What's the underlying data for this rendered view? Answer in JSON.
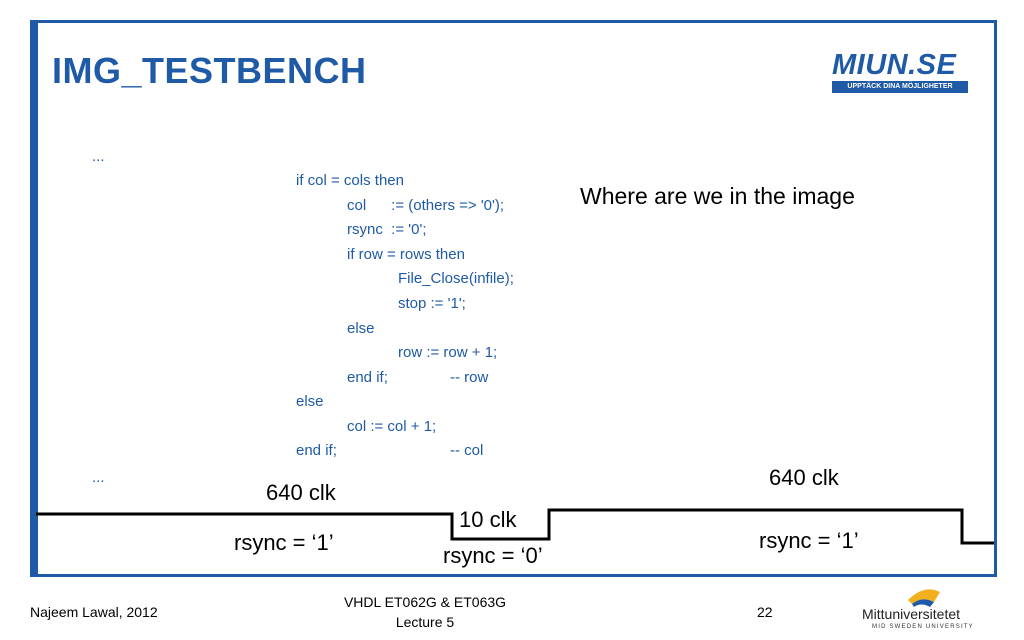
{
  "slide": {
    "title": "IMG_TESTBENCH",
    "logo_top": {
      "main": "MIUN.SE",
      "tagline": "UPPTÄCK DINA MÖJLIGHETER"
    },
    "code_lines": [
      "...",
      "if col = cols then",
      "col      := (others => '0');",
      "rsync  := '0';",
      "if row = rows then",
      "File_Close(infile);",
      "stop := '1';",
      "else",
      "row := row + 1;",
      "end if;",
      "-- row",
      "else",
      "col := col + 1;",
      "end if;",
      "-- col",
      "..."
    ],
    "aside": "Where are we in the image",
    "timing": {
      "left_clk": "640 clk",
      "mid_clk": "10 clk",
      "right_clk": "640 clk",
      "left_rsync": "rsync = ‘1’",
      "mid_rsync": "rsync = ‘0’",
      "right_rsync": "rsync = ‘1’"
    },
    "footer": {
      "author": "Najeem Lawal, 2012",
      "course": "VHDL ET062G & ET063G",
      "lecture": "Lecture 5",
      "page": "22",
      "university": "Mittuniversitetet",
      "university_sub": "MID SWEDEN UNIVERSITY"
    },
    "colors": {
      "accent": "#1f5aa6",
      "logo_yellow": "#f2b01e"
    }
  }
}
